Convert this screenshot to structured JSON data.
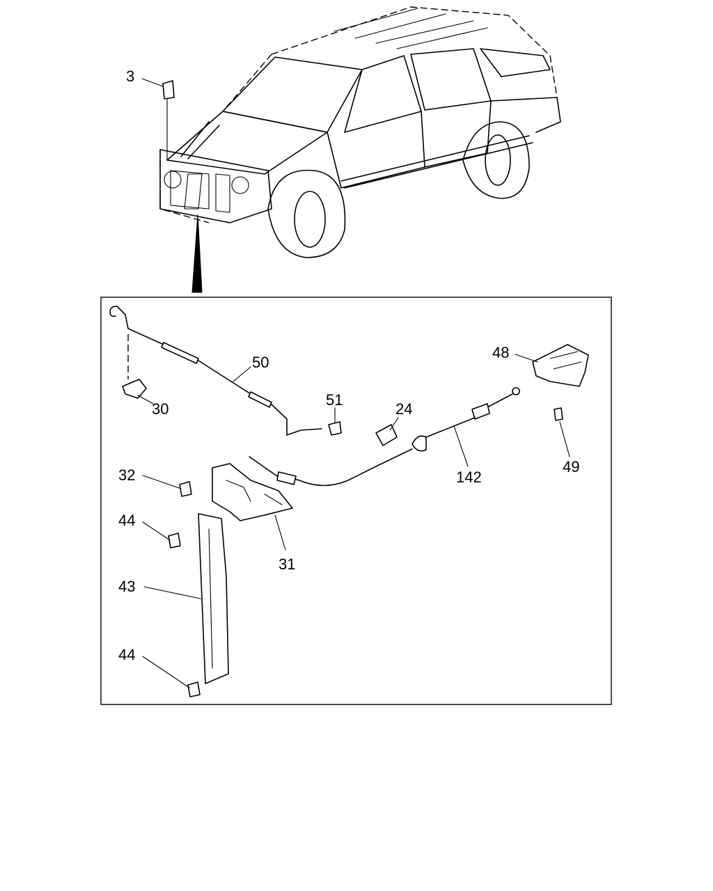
{
  "callouts": {
    "c3": "3",
    "c50": "50",
    "c30": "30",
    "c51": "51",
    "c24": "24",
    "c48": "48",
    "c142": "142",
    "c49": "49",
    "c32": "32",
    "c44a": "44",
    "c31": "31",
    "c43": "43",
    "c44b": "44"
  }
}
